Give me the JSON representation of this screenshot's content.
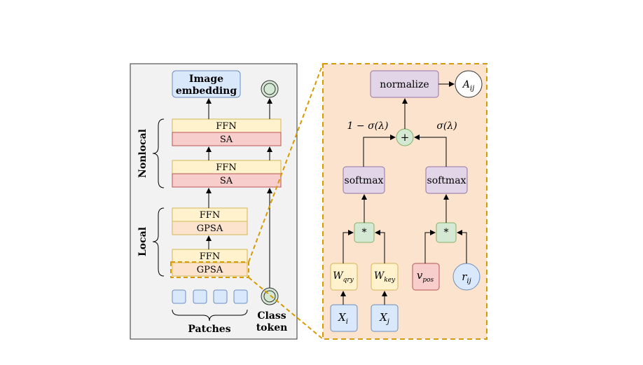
{
  "left_panel": {
    "output_label_line1": "Image",
    "output_label_line2": "embedding",
    "nonlocal_label": "Nonlocal",
    "local_label": "Local",
    "nonlocal_block_1": {
      "top": "FFN",
      "bottom": "SA"
    },
    "nonlocal_block_2": {
      "top": "FFN",
      "bottom": "SA"
    },
    "local_block_1": {
      "top": "FFN",
      "bottom": "GPSA"
    },
    "local_block_2": {
      "top": "FFN",
      "bottom": "GPSA"
    },
    "patches_label": "Patches",
    "class_token_line1": "Class",
    "class_token_line2": "token"
  },
  "right_panel": {
    "normalize_label": "normalize",
    "output_symbol": "A",
    "output_subscript": "ij",
    "plus_symbol": "+",
    "left_weight": "1 − σ(λ)",
    "right_weight": "σ(λ)",
    "softmax_left": "softmax",
    "softmax_right": "softmax",
    "mult_left": "*",
    "mult_right": "*",
    "w_qry": {
      "symbol": "W",
      "subscript": "qry"
    },
    "w_key": {
      "symbol": "W",
      "subscript": "key"
    },
    "v_pos": {
      "symbol": "v",
      "subscript": "pos"
    },
    "r_ij": {
      "symbol": "r",
      "subscript": "ij"
    },
    "x_i": {
      "symbol": "X",
      "subscript": "i"
    },
    "x_j": {
      "symbol": "X",
      "subscript": "j"
    }
  },
  "colors": {
    "blue_fill": "#dae8fc",
    "blue_stroke": "#6c8ebf",
    "yellow_fill": "#fff2cc",
    "yellow_stroke": "#d6b656",
    "red_fill": "#f8cecc",
    "red_stroke": "#b85450",
    "green_fill": "#d5e8d4",
    "green_stroke": "#82b366",
    "purple_fill": "#e1d5e7",
    "purple_stroke": "#9673a6",
    "orange_panel_fill": "#fbe3cd",
    "orange_stroke": "#d79b00",
    "left_panel_fill": "#f2f2f2"
  }
}
